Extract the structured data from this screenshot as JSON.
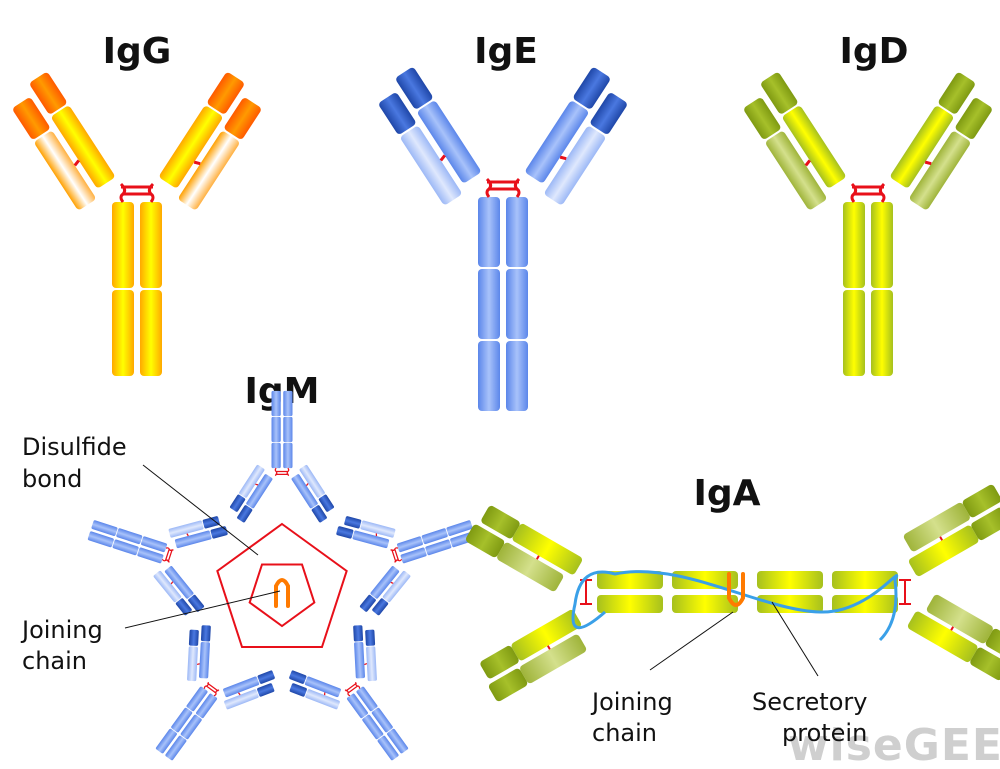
{
  "titles": {
    "igg": "IgG",
    "ige": "IgE",
    "igd": "IgD",
    "igm": "IgM",
    "iga": "IgA"
  },
  "labels": {
    "igm_disulfide_line1": "Disulfide",
    "igm_disulfide_line2": "bond",
    "igm_joining_line1": "Joining",
    "igm_joining_line2": "chain",
    "iga_joining_line1": "Joining",
    "iga_joining_line2": "chain",
    "iga_secretory_line1": "Secretory",
    "iga_secretory_line2": "protein"
  },
  "watermark": "wiseGEEK",
  "colors": {
    "igg": {
      "variable": "#ff6a00",
      "light": "#fff3e0",
      "chain": "#ffd400",
      "edge": "#ff9a00"
    },
    "ige": {
      "variable": "#2f5fc9",
      "light": "#c9d8fb",
      "chain": "#8fb0f5",
      "edge": "#5a86e6"
    },
    "igd": {
      "variable": "#8fae1f",
      "light": "#c8d88a",
      "chain": "#f0f000",
      "edge": "#a6bd2a"
    },
    "igm": {
      "variable": "#2f5fc9",
      "light": "#c9d8fb",
      "chain": "#8fb0f5",
      "edge": "#5a86e6"
    },
    "iga": {
      "variable": "#8fae1f",
      "light": "#c8d88a",
      "chain": "#f0f000",
      "edge": "#a6bd2a"
    },
    "disulfide": "#e8101a",
    "joining_chain": "#ff7a00",
    "secretory_protein": "#3aa0e8"
  }
}
